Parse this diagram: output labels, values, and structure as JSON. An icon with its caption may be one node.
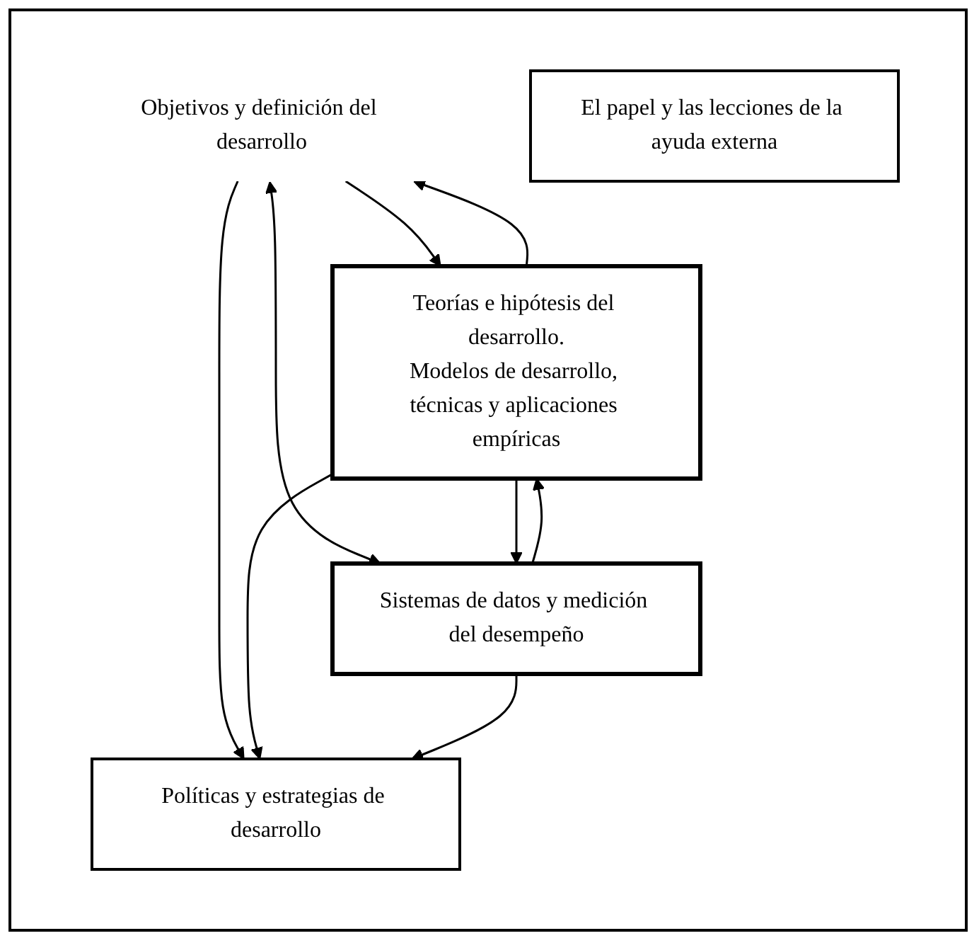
{
  "diagram": {
    "nodes": [
      {
        "text": [
          "Objetivos y definición del desarrollo"
        ]
      },
      {
        "text": [
          "Políticas y estrategias de desarrollo"
        ]
      },
      {
        "text": [
          "Teorías e hipótesis del desarrollo.",
          "Modelos de desarrollo, técnicas y aplicaciones empíricas"
        ]
      },
      {
        "text": [
          "Sistemas de datos y medición del desempeño"
        ]
      },
      {
        "text": [
          "El papel y las lecciones de la ayuda externa"
        ]
      }
    ],
    "edges": [
      {
        "from": 0,
        "to": 1,
        "arrow": "to"
      },
      {
        "from": 0,
        "to": 2,
        "arrow": "to"
      },
      {
        "from": 2,
        "to": 0,
        "arrow": "to"
      },
      {
        "from": 2,
        "to": 1,
        "arrow": "to"
      },
      {
        "from": 0,
        "to": 3,
        "arrow": "both"
      },
      {
        "from": 3,
        "to": 2,
        "arrow": "to"
      },
      {
        "from": 2,
        "to": 3,
        "arrow": "to"
      },
      {
        "from": 3,
        "to": 1,
        "arrow": "to"
      }
    ]
  }
}
